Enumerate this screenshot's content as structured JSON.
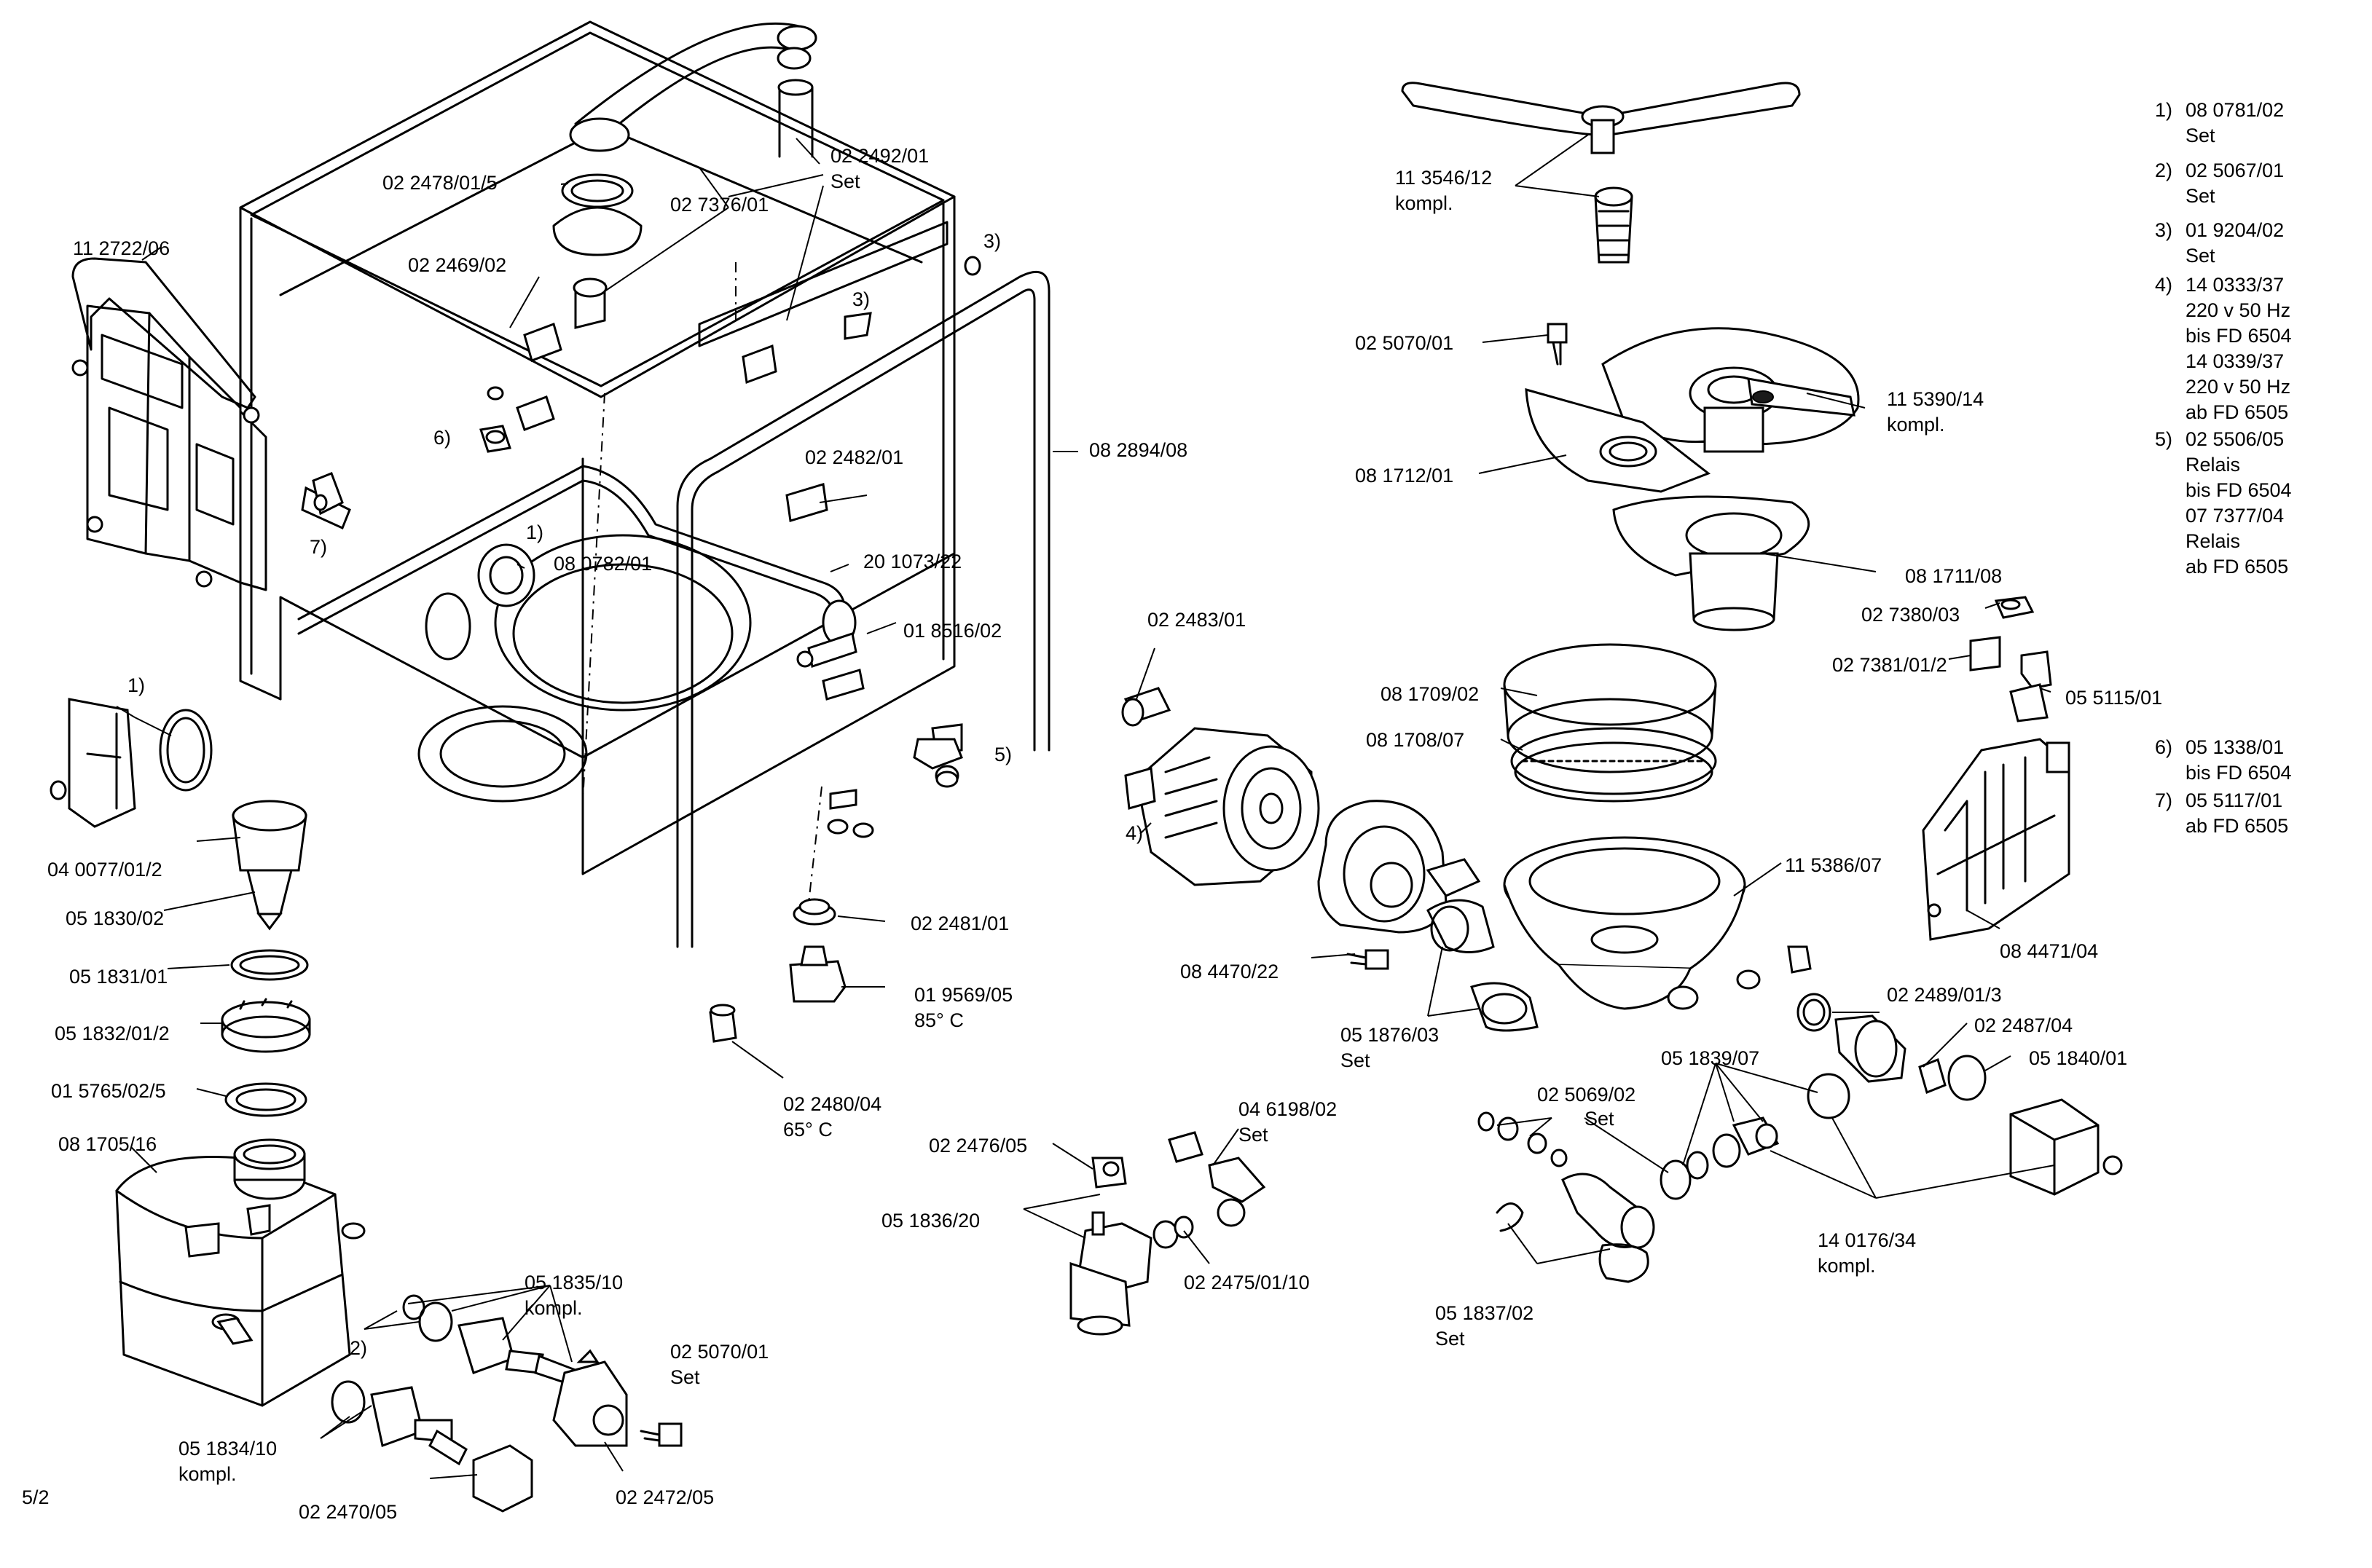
{
  "page_number": "5/2",
  "labels": {
    "p112722_06": "11 2722/06",
    "p022478_01_5": "02 2478/01/5",
    "p022469_02": "02 2469/02",
    "p027376_01": "02 7376/01",
    "p022492_01": "02 2492/01",
    "set": "Set",
    "note3a": "3)",
    "note3b": "3)",
    "note6": "6)",
    "note7": "7)",
    "note1a": "1)",
    "note1b": "1)",
    "note5": "5)",
    "note4": "4)",
    "note2": "2)",
    "p082894_08": "08 2894/08",
    "p022482_01": "02 2482/01",
    "p080782_01": "08 0782/01",
    "p201073_22": "20 1073/22",
    "p018516_02": "01 8516/02",
    "p040077_01_2": "04 0077/01/2",
    "p051830_02": "05 1830/02",
    "p051831_01": "05 1831/01",
    "p051832_01_2": "05 1832/01/2",
    "p015765_02_5": "01 5765/02/5",
    "p081705_16": "08 1705/16",
    "p022481_01": "02 2481/01",
    "p019569_05": "01 9569/05",
    "temp85": "85° C",
    "p022480_04": "02 2480/04",
    "temp65": "65° C",
    "p051835_10": "05 1835/10",
    "kompl": "kompl.",
    "p025070_01_a": "02 5070/01",
    "p051834_10": "05 1834/10",
    "p022470_05": "02 2470/05",
    "p022472_05": "02 2472/05",
    "p022476_05": "02 2476/05",
    "p051836_20": "05 1836/20",
    "p046198_02": "04 6198/02",
    "p022475_01_10": "02 2475/01/10",
    "p022483_01": "02 2483/01",
    "p084470_22": "08 4470/22",
    "p051876_03": "05 1876/03",
    "p113546_12": "11 3546/12",
    "p025070_01_b": "02 5070/01",
    "p115390_14": "11 5390/14",
    "p081712_01": "08 1712/01",
    "p081711_08": "08 1711/08",
    "p027380_03": "02 7380/03",
    "p027381_01_2": "02 7381/01/2",
    "p055115_01": "05 5115/01",
    "p081709_02": "08 1709/02",
    "p081708_07": "08 1708/07",
    "p115386_07": "11 5386/07",
    "p022489_01_3": "02 2489/01/3",
    "p022487_04": "02 2487/04",
    "p051839_07": "05 1839/07",
    "p051840_01": "05 1840/01",
    "p025069_02": "02 5069/02",
    "p140176_34": "14 0176/34",
    "p051837_02": "05 1837/02",
    "p084471_04": "08 4471/04"
  },
  "notes": [
    {
      "key": "1)",
      "lines": [
        "08 0781/02",
        "Set"
      ]
    },
    {
      "key": "2)",
      "lines": [
        "02 5067/01",
        "Set"
      ]
    },
    {
      "key": "3)",
      "lines": [
        "01 9204/02",
        "Set"
      ]
    },
    {
      "key": "4)",
      "lines": [
        "14 0333/37",
        "220 v 50 Hz",
        "bis FD 6504",
        "14 0339/37",
        "220 v 50 Hz",
        "ab FD 6505"
      ]
    },
    {
      "key": "5)",
      "lines": [
        "02 5506/05",
        "Relais",
        "bis FD 6504",
        "07 7377/04",
        "Relais",
        "ab FD 6505"
      ]
    },
    {
      "key": "6)",
      "lines": [
        "05 1338/01",
        "bis FD 6504"
      ]
    },
    {
      "key": "7)",
      "lines": [
        "05 5117/01",
        "ab FD 6505"
      ]
    }
  ]
}
